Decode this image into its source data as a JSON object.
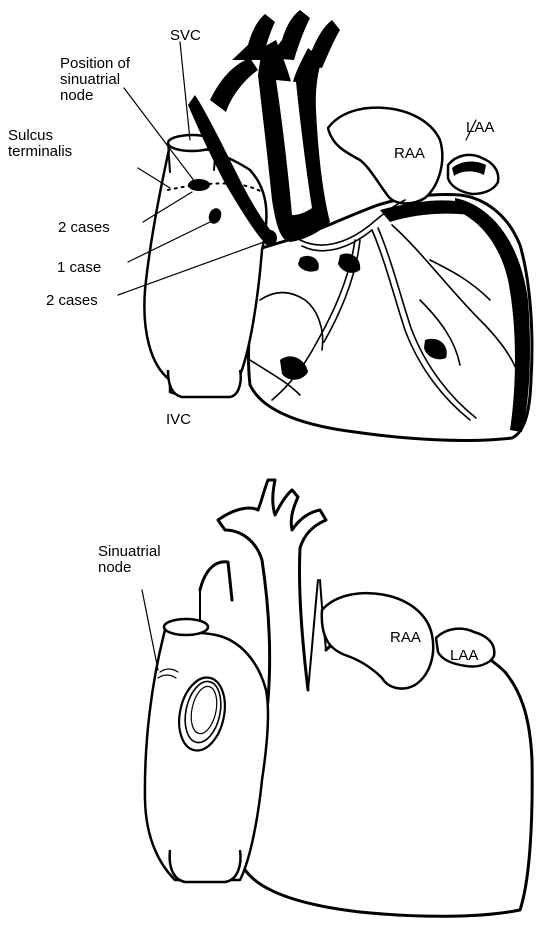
{
  "top_panel": {
    "labels": {
      "svc": "SVC",
      "position_line1": "Position of",
      "position_line2": "sinuatrial",
      "position_line3": "node",
      "sulcus_line1": "Sulcus",
      "sulcus_line2": "terminalis",
      "raa": "RAA",
      "laa": "LAA",
      "cases_a": "2 cases",
      "cases_b": "1 case",
      "cases_c": "2 cases",
      "ivc": "IVC"
    }
  },
  "bottom_panel": {
    "labels": {
      "node_line1": "Sinuatrial",
      "node_line2": "node",
      "raa": "RAA",
      "laa": "LAA"
    }
  }
}
